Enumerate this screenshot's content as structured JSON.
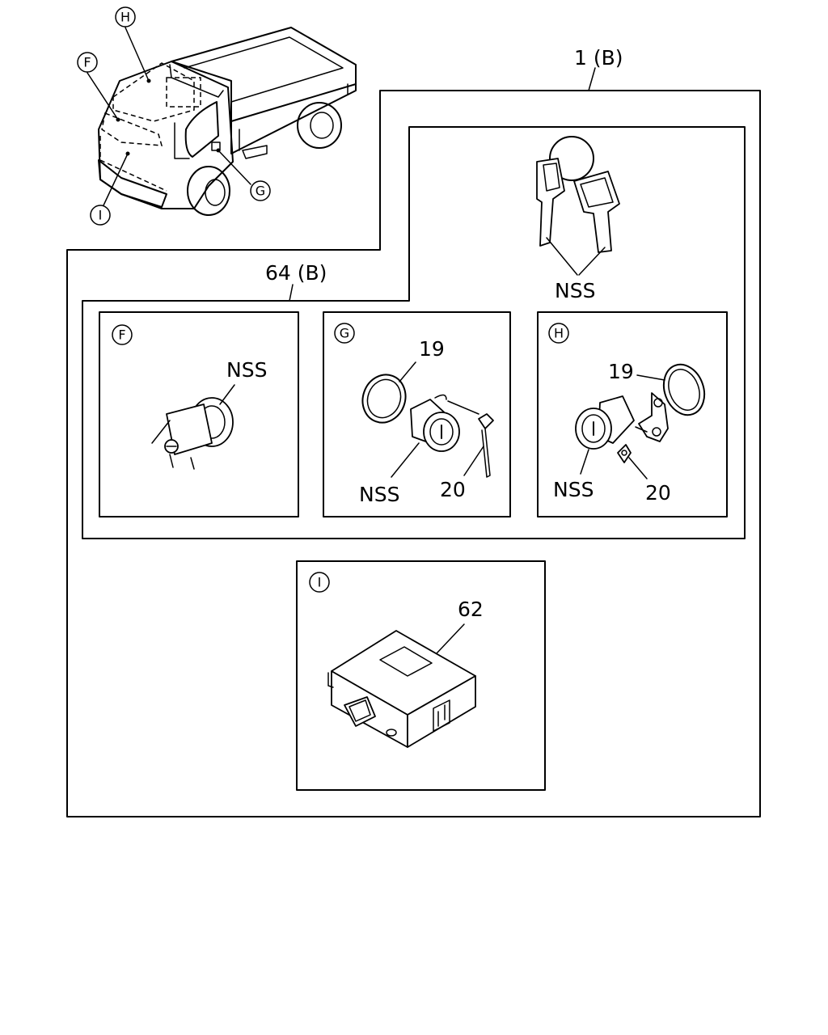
{
  "labels": {
    "assembly_1": "1 (B)",
    "assembly_64": "64 (B)",
    "keys_nss": "NSS",
    "f_nss": "NSS",
    "g_19": "19",
    "g_nss": "NSS",
    "g_20": "20",
    "h_19": "19",
    "h_nss": "NSS",
    "h_20": "20",
    "i_62": "62"
  },
  "callouts": {
    "truck_h": "H",
    "truck_f": "F",
    "truck_g": "G",
    "truck_i": "I",
    "panel_f": "F",
    "panel_g": "G",
    "panel_h": "H",
    "panel_i": "I"
  }
}
